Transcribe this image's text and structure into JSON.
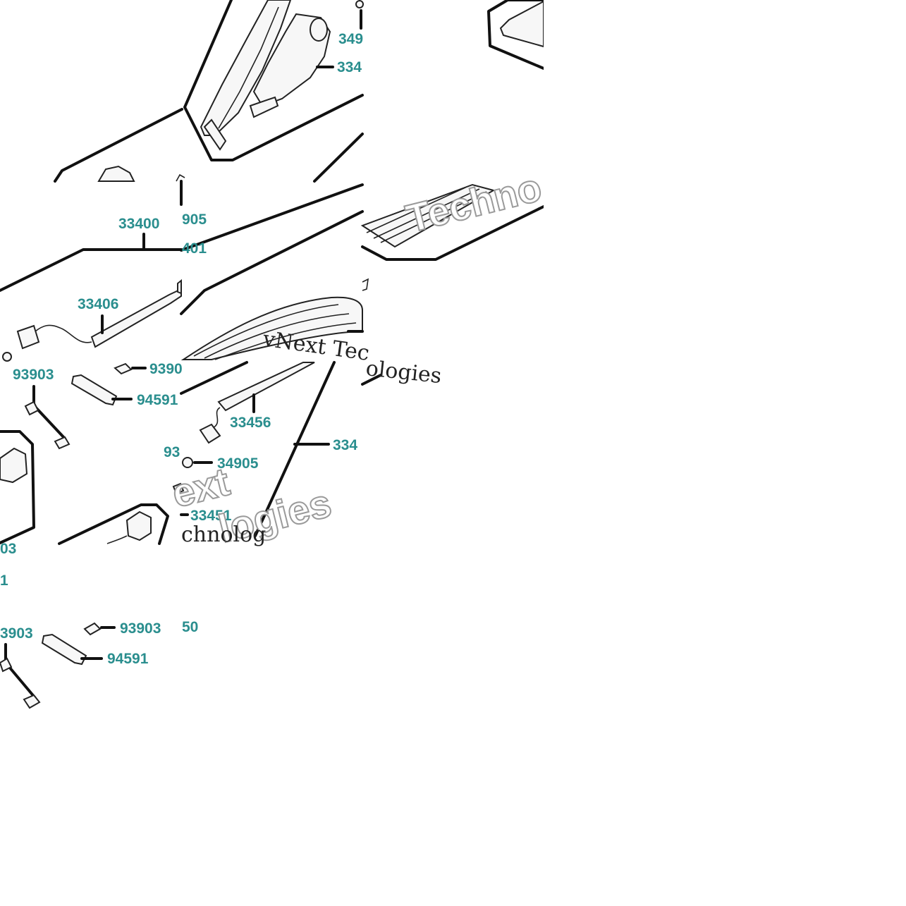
{
  "parts_diagram": {
    "callouts": {
      "c_3490x": "349",
      "c_3340x_top": "334",
      "c_33400": "33400",
      "c_x905": "905",
      "c_x401": "401",
      "c_33406": "33406",
      "c_93903_a": "93903",
      "c_9390x": "9390",
      "c_94591_a": "94591",
      "c_33456": "33456",
      "c_3348x": "334",
      "c_93x": "93",
      "c_34905": "34905",
      "c_33451": "33451",
      "c_x03": "03",
      "c_x1": "1",
      "c_x903": "3903",
      "c_93903_b": "93903",
      "c_x50": "50",
      "c_94591_b": "94591"
    },
    "watermarks": {
      "wm_techno_top": "Techno",
      "wm_vnext_serif": "vNext Tec",
      "wm_ologies_serif": "ologies",
      "wm_ext": "ext",
      "wm_logies": "logies",
      "wm_chnolog": "chnolog"
    }
  }
}
